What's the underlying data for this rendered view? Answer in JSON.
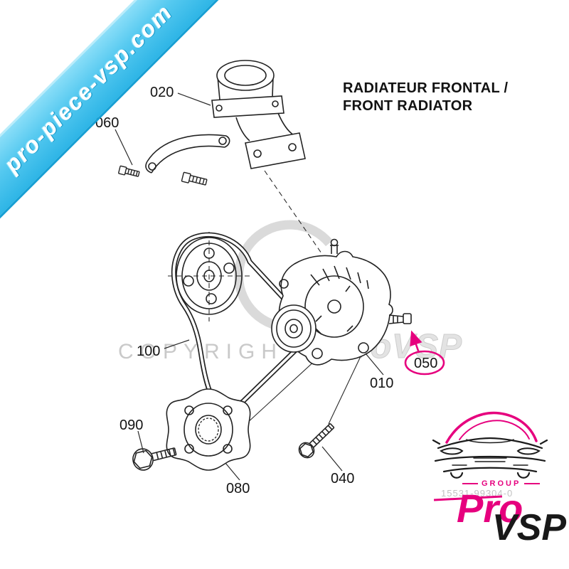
{
  "ribbon": {
    "text": "pro-piece-vsp.com"
  },
  "title": {
    "line1": "RADIATEUR FRONTAL /",
    "line2": "FRONT RADIATOR"
  },
  "watermarks": {
    "copyright": "COPYRIGHT",
    "brand": "ProVSP",
    "part_code": "15531-99304-0"
  },
  "part_labels": {
    "p020": "020",
    "p060": "060",
    "p100": "100",
    "p090": "090",
    "p080": "080",
    "p040": "040",
    "p010": "010",
    "p050": "050"
  },
  "highlighted_part": "050",
  "logo": {
    "group": "GROUP",
    "pro": "Pro",
    "vsp": "VSP"
  },
  "colors": {
    "accent_pink": "#e6007e",
    "ribbon_blue": "#4cc7f0",
    "watermark_gray": "#c9c9c9",
    "line_black": "#222222"
  }
}
